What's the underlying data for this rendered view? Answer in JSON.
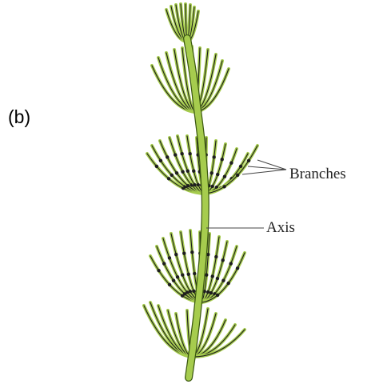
{
  "figure": {
    "panel_tag": "(b)",
    "labels": {
      "branches": "Branches",
      "axis": "Axis"
    },
    "colors": {
      "stem_fill": "#a6cc4e",
      "stem_outline": "#3d5a12",
      "leaf_line": "#1e1e1e",
      "node_dot": "#1e1e1e",
      "leader_line": "#444444"
    }
  }
}
